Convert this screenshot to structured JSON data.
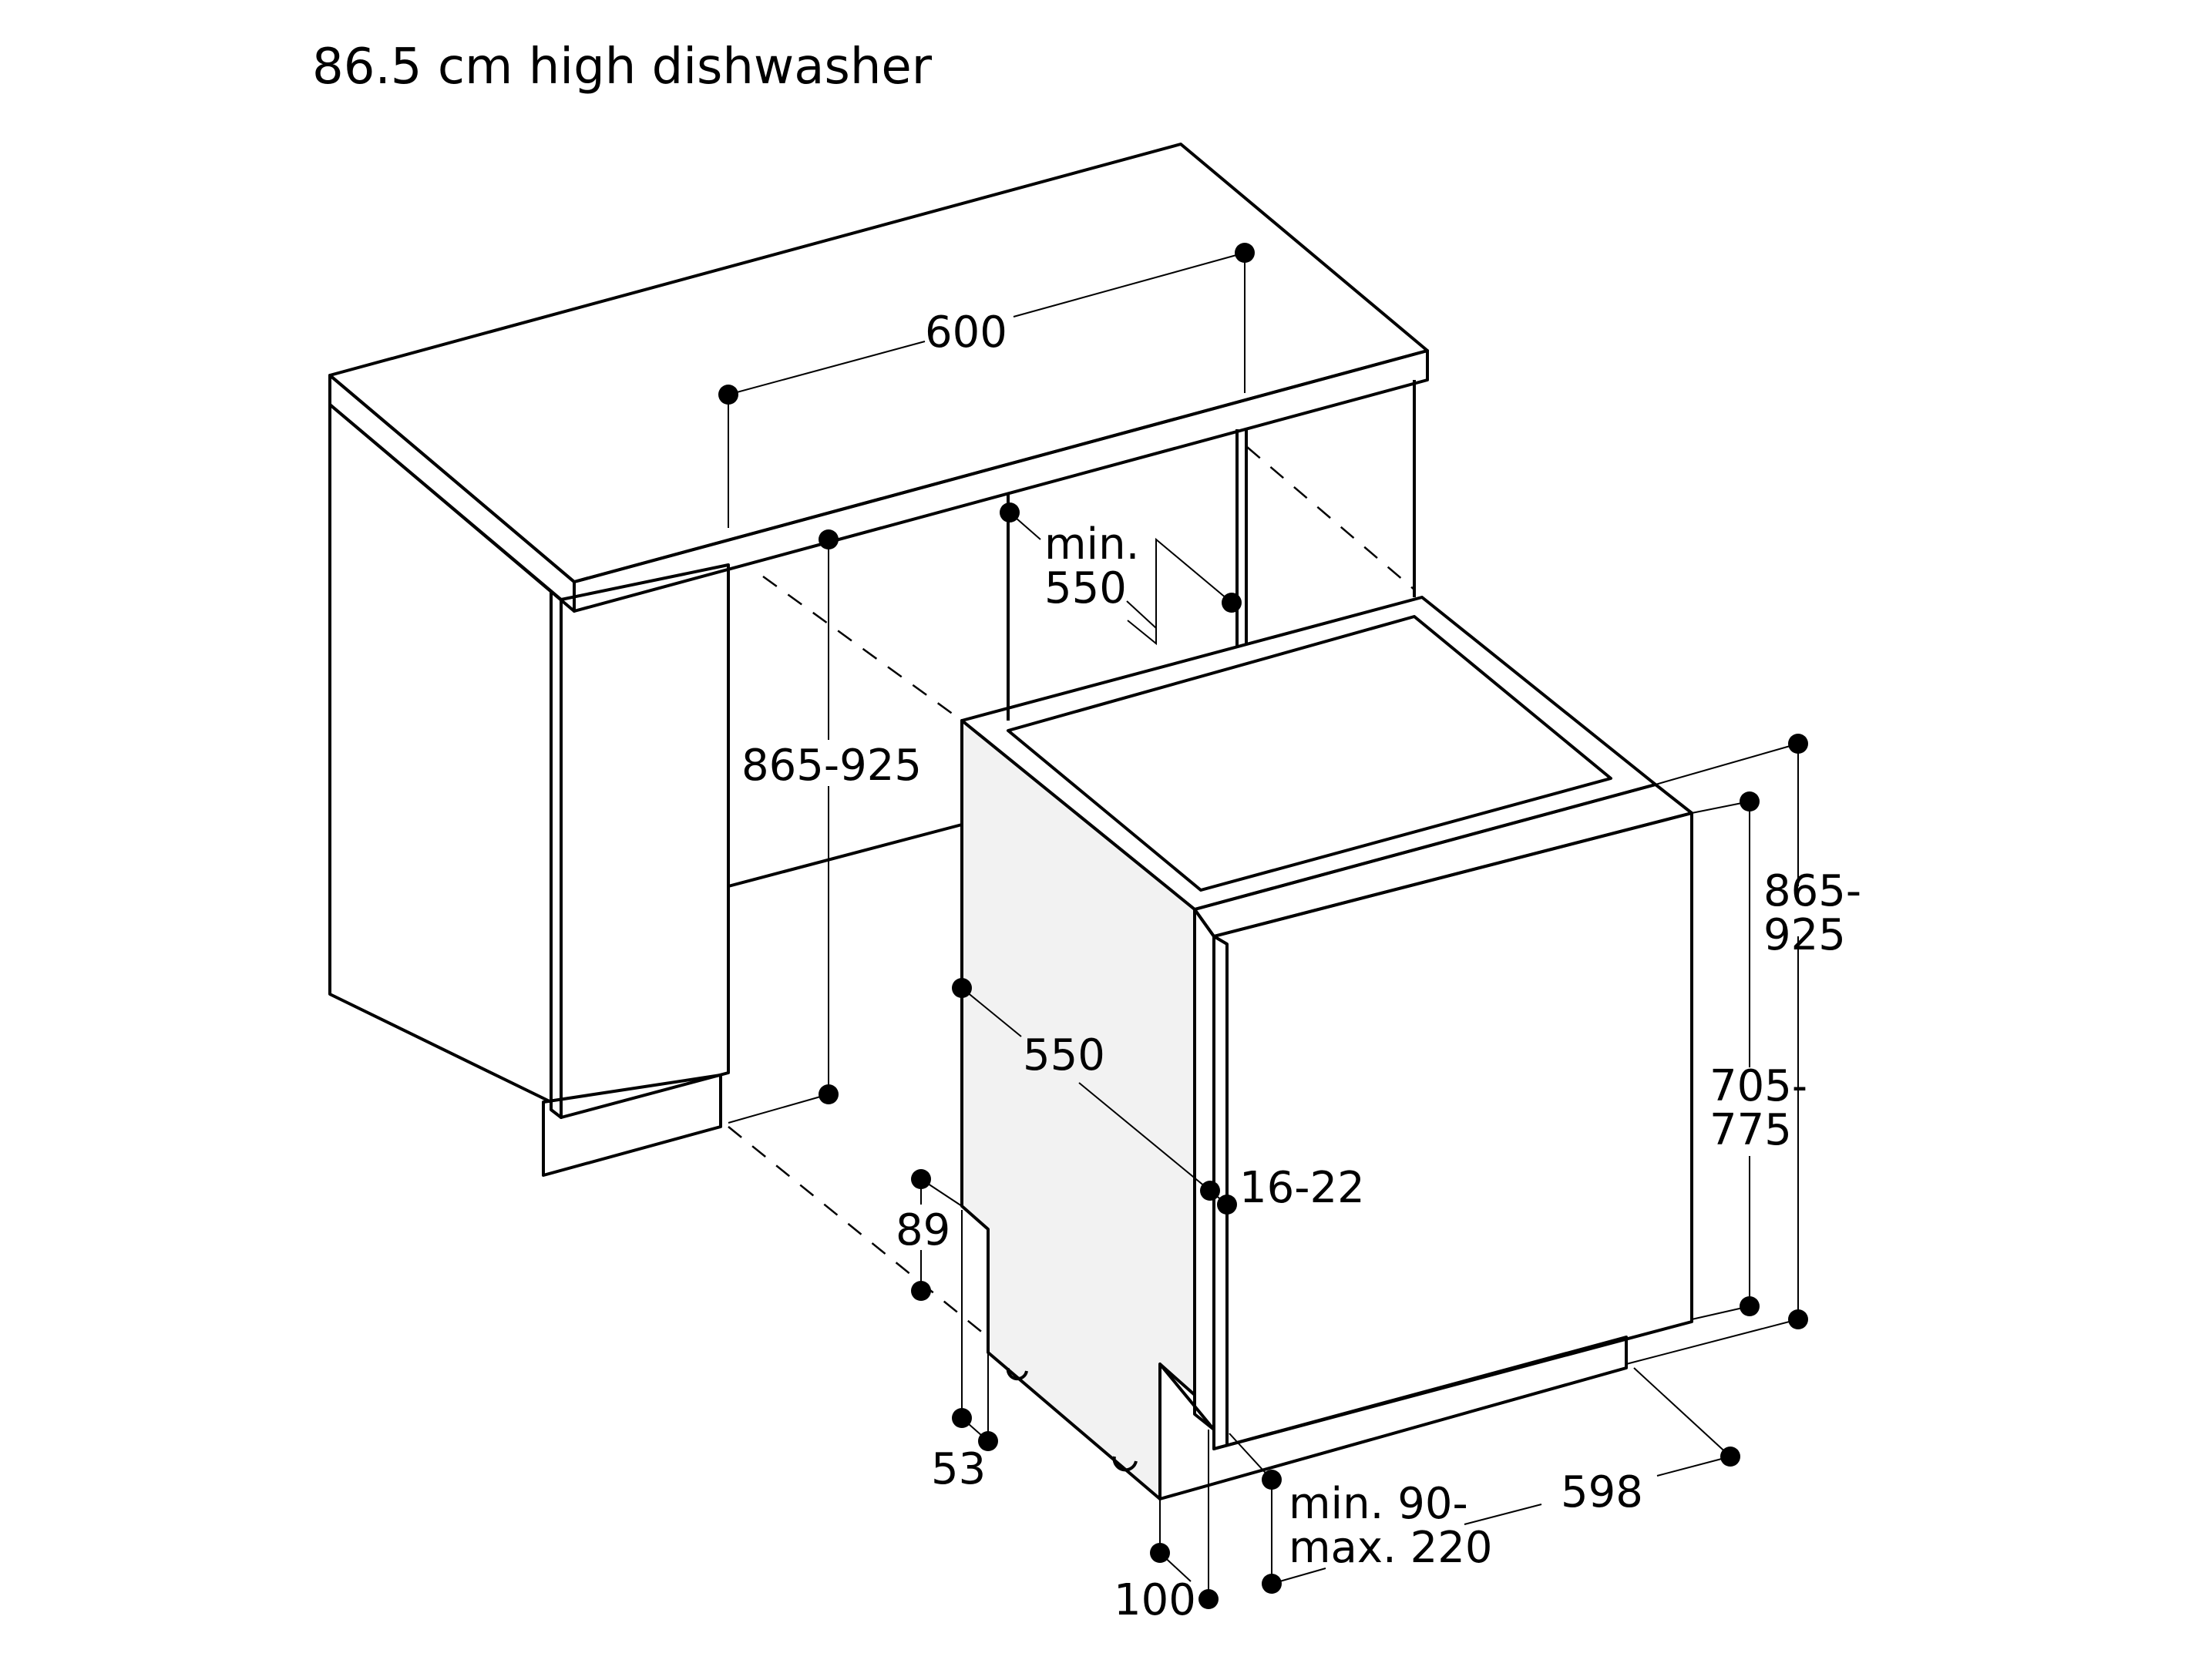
{
  "title": "86.5 cm high dishwasher",
  "dimensions": {
    "worktop_width": "600",
    "depth_min_line1": "min.",
    "depth_min_line2": "550",
    "niche_height": "865-925",
    "appliance_depth": "550",
    "door_gap": "16-22",
    "base_height_89": "89",
    "foot_height_53": "53",
    "appliance_height_line1": "865-",
    "appliance_height_line2": "925",
    "door_height_line1": "705-",
    "door_height_line2": "775",
    "appliance_width": "598",
    "plinth_line1": "min. 90-",
    "plinth_line2": "max. 220",
    "plinth_depth": "100"
  }
}
